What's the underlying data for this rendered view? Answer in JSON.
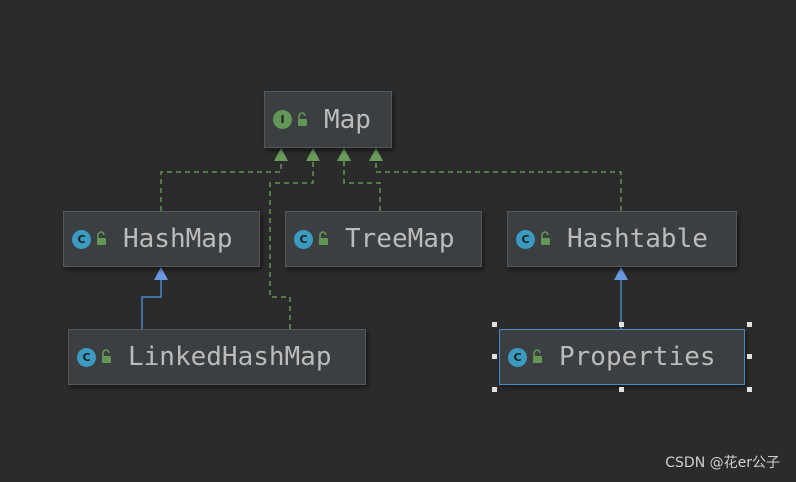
{
  "nodes": [
    {
      "id": "map",
      "label": "Map",
      "kind": "interface",
      "badge": "I"
    },
    {
      "id": "hashmap",
      "label": "HashMap",
      "kind": "class",
      "badge": "C"
    },
    {
      "id": "treemap",
      "label": "TreeMap",
      "kind": "class",
      "badge": "C"
    },
    {
      "id": "hashtable",
      "label": "Hashtable",
      "kind": "class",
      "badge": "C"
    },
    {
      "id": "linkedhashmap",
      "label": "LinkedHashMap",
      "kind": "class",
      "badge": "C"
    },
    {
      "id": "properties",
      "label": "Properties",
      "kind": "class",
      "badge": "C",
      "selected": true
    }
  ],
  "edges": [
    {
      "from": "hashmap",
      "to": "map",
      "type": "implements"
    },
    {
      "from": "linkedhashmap",
      "to": "map",
      "type": "implements"
    },
    {
      "from": "treemap",
      "to": "map",
      "type": "implements"
    },
    {
      "from": "hashtable",
      "to": "map",
      "type": "implements"
    },
    {
      "from": "linkedhashmap",
      "to": "hashmap",
      "type": "extends"
    },
    {
      "from": "properties",
      "to": "hashtable",
      "type": "extends"
    }
  ],
  "colors": {
    "background": "#2b2b2b",
    "node_fill": "#3c3f41",
    "implements_edge": "#629755",
    "extends_edge": "#4a88c7",
    "class_badge": "#3a9ac0",
    "interface_badge": "#629755",
    "access_lock": "#629755"
  },
  "icons": {
    "class": "class-badge-icon",
    "interface": "interface-badge-icon",
    "access": "open-lock-icon"
  },
  "watermark": "CSDN @花er公子"
}
